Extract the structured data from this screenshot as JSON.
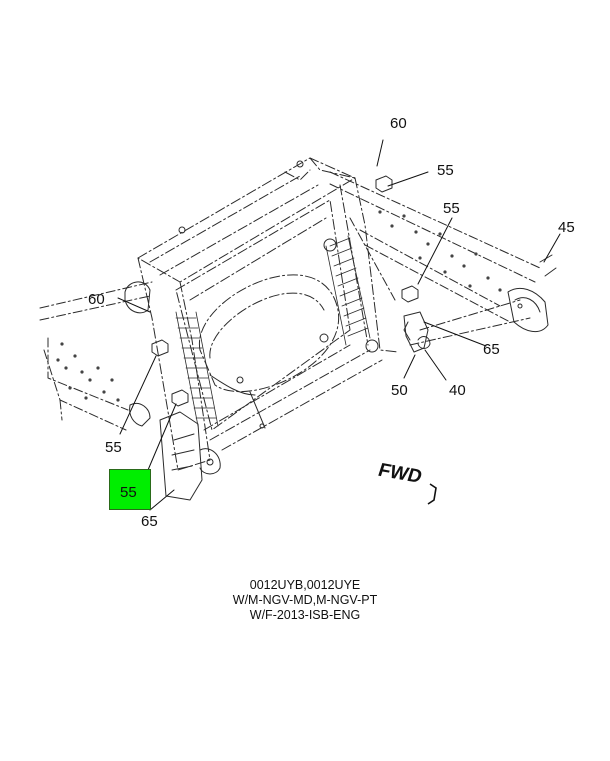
{
  "callouts": {
    "c60_top": "60",
    "c55_top": "55",
    "c55_right": "55",
    "c45": "45",
    "c60_left": "60",
    "c65_right": "65",
    "c50": "50",
    "c40": "40",
    "c55_left": "55",
    "c55_selected": "55",
    "c65_bottom": "65"
  },
  "fwd_label": "FWD",
  "caption": {
    "line1": "0012UYB,0012UYE",
    "line2": "W/M-NGV-MD,M-NGV-PT",
    "line3": "W/F-2013-ISB-ENG"
  },
  "colors": {
    "highlight": "#00ee00",
    "line": "#222222",
    "background": "#ffffff"
  }
}
